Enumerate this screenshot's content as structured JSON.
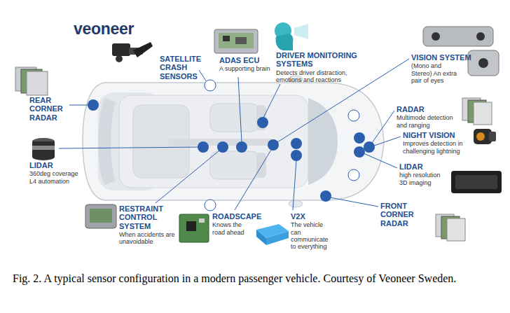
{
  "diagram": {
    "caption": "Fig. 2. A typical sensor configuration in a modern passenger vehicle. Courtesy of Veoneer Sweden.",
    "labels": [
      "veoneer",
      "SATELLITE CRASH SENSORS",
      "ADAS ECU",
      "A supporting brain",
      "DRIVER MONITORING SYSTEMS",
      "Detects driver distraction, emotions and reactions",
      "VISION SYSTEM",
      "(Mono and Stereo) An extra pair of eyes",
      "REAR CORNER RADAR",
      "RADAR",
      "Multimode detection and ranging",
      "NIGHT VISION",
      "Improves detection in challenging lightning",
      "LIDAR",
      "360deg coverage L4 automation",
      "LIDAR",
      "high resolution 3D imaging",
      "RESTRAINT CONTROL SYSTEM",
      "When accidents are unavoidable",
      "ROADSCAPE",
      "Knows the road ahead",
      "V2X",
      "The vehicle can communicate to everything",
      "FRONT CORNER RADAR"
    ]
  }
}
